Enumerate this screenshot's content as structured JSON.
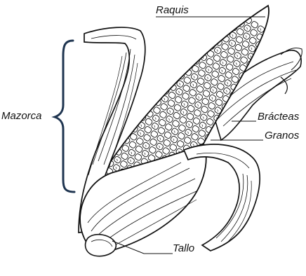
{
  "labels": {
    "raquis": "Raquis",
    "mazorca": "Mazorca",
    "bracteas": "Brácteas",
    "granos": "Granos",
    "tallo": "Tallo"
  },
  "colors": {
    "ink": "#111111",
    "bracket": "#1f3550",
    "paper": "#ffffff"
  }
}
